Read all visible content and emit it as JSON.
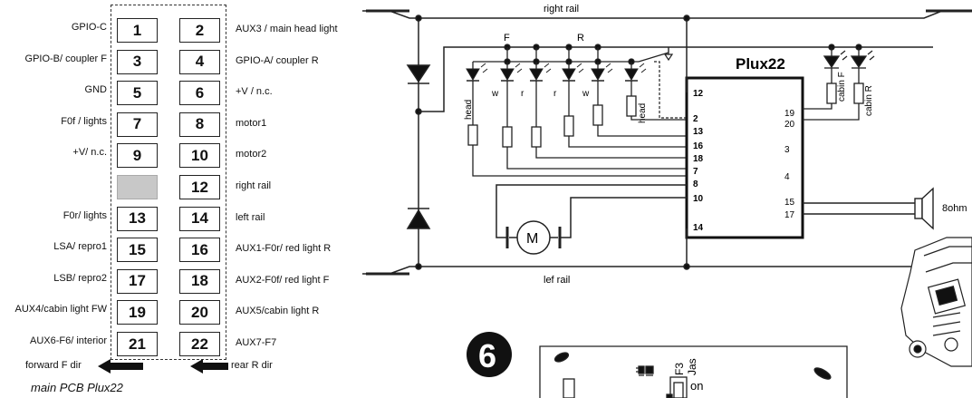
{
  "pins": [
    {
      "left": "1",
      "right": "2",
      "left_label": "GPIO-C",
      "right_label": "AUX3 / main head light"
    },
    {
      "left": "3",
      "right": "4",
      "left_label": "GPIO-B/ coupler F",
      "right_label": "GPIO-A/ coupler R"
    },
    {
      "left": "5",
      "right": "6",
      "left_label": "GND",
      "right_label": "+V / n.c."
    },
    {
      "left": "7",
      "right": "8",
      "left_label": "F0f / lights",
      "right_label": "motor1"
    },
    {
      "left": "9",
      "right": "10",
      "left_label": "+V/ n.c.",
      "right_label": "motor2"
    },
    {
      "left": "",
      "right": "12",
      "left_label": "",
      "right_label": "right rail"
    },
    {
      "left": "13",
      "right": "14",
      "left_label": "F0r/ lights",
      "right_label": "left rail"
    },
    {
      "left": "15",
      "right": "16",
      "left_label": "LSA/ repro1",
      "right_label": "AUX1-F0r/ red light R"
    },
    {
      "left": "17",
      "right": "18",
      "left_label": "LSB/ repro2",
      "right_label": "AUX2-F0f/ red light F"
    },
    {
      "left": "19",
      "right": "20",
      "left_label": "AUX4/cabin light FW",
      "right_label": "AUX5/cabin light R"
    },
    {
      "left": "21",
      "right": "22",
      "left_label": "AUX6-F6/ interior",
      "right_label": "AUX7-F7"
    }
  ],
  "directions": {
    "forward": "forward F dir",
    "rear": "rear R dir"
  },
  "caption": "main PCB  Plux22",
  "schematic": {
    "title": "Plux22",
    "right_rail": "right rail",
    "left_rail": "lef rail",
    "led_group_f": "F",
    "led_group_r": "R",
    "led_labels": [
      "head",
      "w",
      "r",
      "r",
      "w",
      "head"
    ],
    "cabin_f": "cabin F",
    "cabin_r": "cabin R",
    "motor": "M",
    "speaker": "8ohm",
    "chip_left_pins": [
      "12",
      "2",
      "13",
      "16",
      "18",
      "7",
      "8",
      "10",
      "14"
    ],
    "chip_right_pins": [
      "19",
      "20",
      "3",
      "4",
      "15",
      "17"
    ]
  },
  "board": {
    "step": "6",
    "switch_label": "F3",
    "switch_label2": "Jas",
    "on_label": "on"
  }
}
